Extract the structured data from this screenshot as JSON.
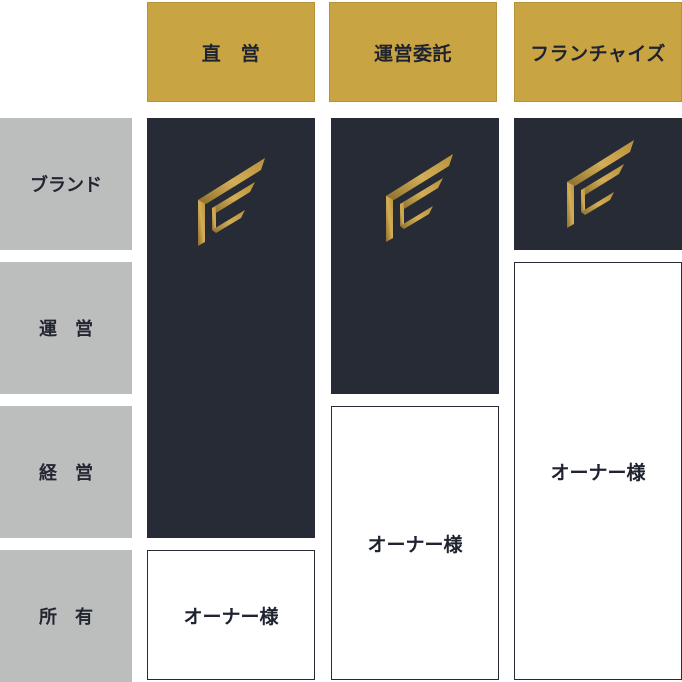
{
  "columns": [
    {
      "label": "直　営"
    },
    {
      "label": "運営委託"
    },
    {
      "label": "フランチャイズ"
    }
  ],
  "rows": [
    {
      "label": "ブランド"
    },
    {
      "label": "運　営"
    },
    {
      "label": "経　営"
    },
    {
      "label": "所　有"
    }
  ],
  "owner_label": "オーナー様",
  "colors": {
    "header_gold": "#c9a442",
    "row_gray": "#bcbdbd",
    "dark_navy": "#272b35",
    "text_dark": "#1f2330"
  },
  "logo_icon": "wing-f-logo-icon"
}
